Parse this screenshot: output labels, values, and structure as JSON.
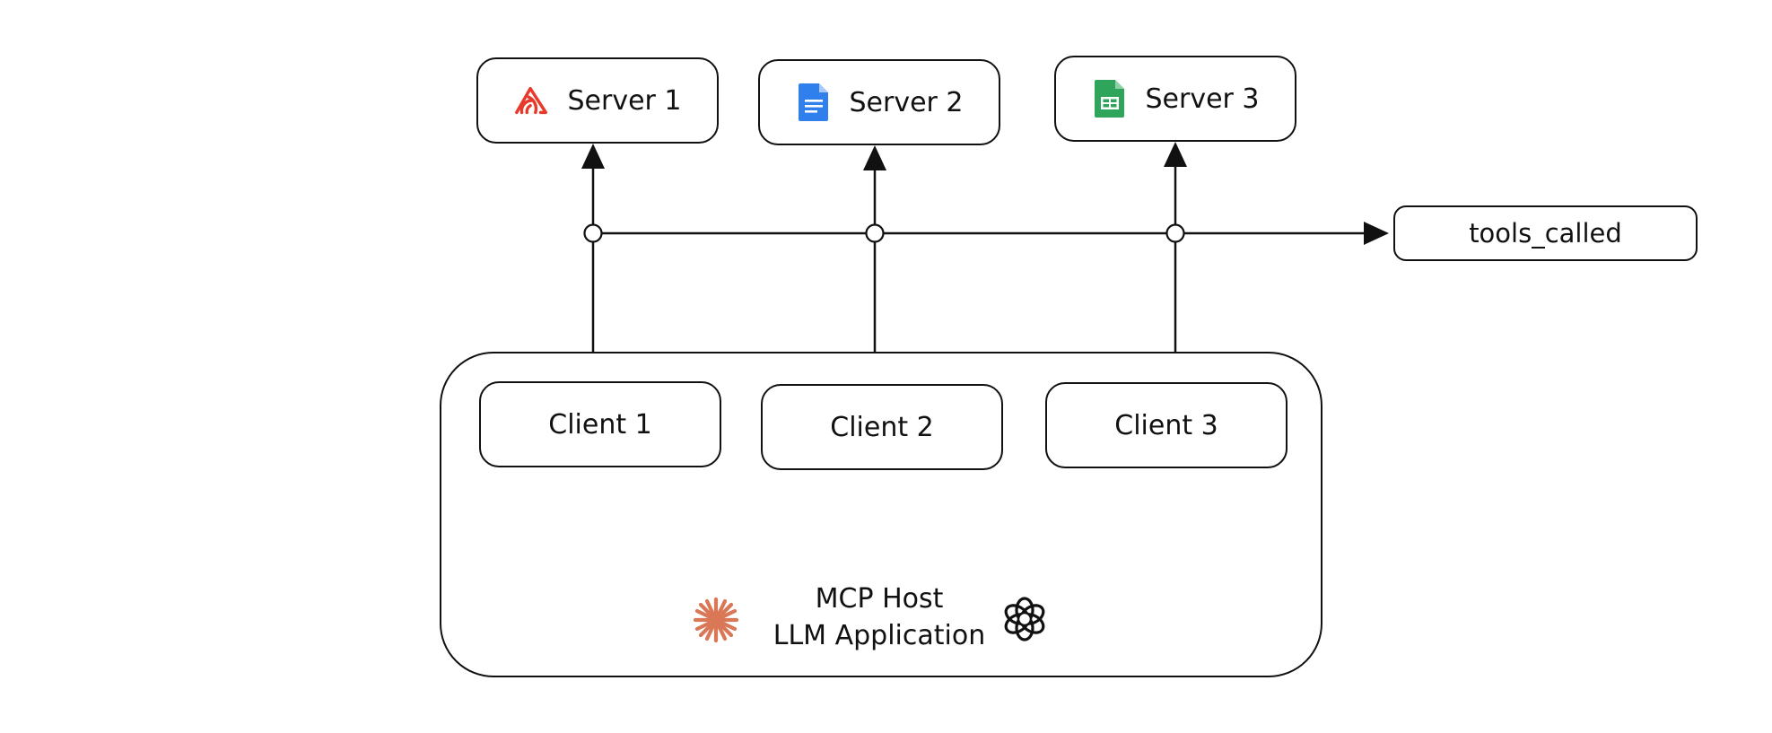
{
  "servers": [
    {
      "label": "Server 1",
      "icon": "sentry-icon",
      "icon_color": "#e8392b"
    },
    {
      "label": "Server 2",
      "icon": "google-docs-icon",
      "icon_color": "#2f80ed"
    },
    {
      "label": "Server 3",
      "icon": "google-sheets-icon",
      "icon_color": "#2ea55a"
    }
  ],
  "clients": [
    {
      "label": "Client 1"
    },
    {
      "label": "Client 2"
    },
    {
      "label": "Client 3"
    }
  ],
  "host": {
    "title": "MCP Host",
    "subtitle": "LLM Application",
    "left_icon": "claude-icon",
    "left_icon_color": "#d97757",
    "right_icon": "openai-icon"
  },
  "output": {
    "label": "tools_called"
  },
  "colors": {
    "line": "#111111",
    "background": "#ffffff"
  }
}
